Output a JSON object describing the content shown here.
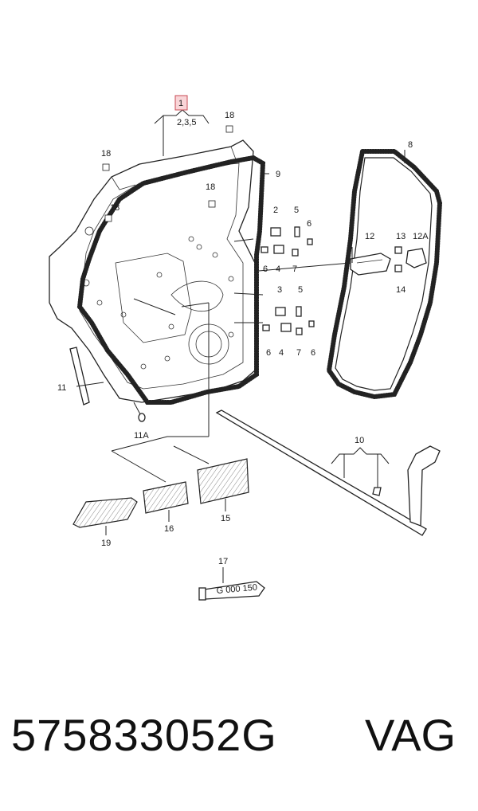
{
  "diagram": {
    "callouts": {
      "c1": "1",
      "c235": "2,3,5",
      "c18a": "18",
      "c18b": "18",
      "c18c": "18",
      "c18d": "18",
      "c2": "2",
      "c5a": "5",
      "c6a": "6",
      "c6b": "6",
      "c4a": "4",
      "c7a": "7",
      "c3": "3",
      "c5b": "5",
      "c6c": "6",
      "c4b": "4",
      "c7b": "7",
      "c6d": "6",
      "c9": "9",
      "c8": "8",
      "c12": "12",
      "c13": "13",
      "c12A": "12A",
      "c14": "14",
      "c11": "11",
      "c11A": "11A",
      "c10": "10",
      "c19": "19",
      "c16": "16",
      "c15": "15",
      "c17": "17"
    },
    "tube_text": "G 000 150"
  },
  "footer": {
    "part_number": "575833052G",
    "brand": "VAG"
  }
}
